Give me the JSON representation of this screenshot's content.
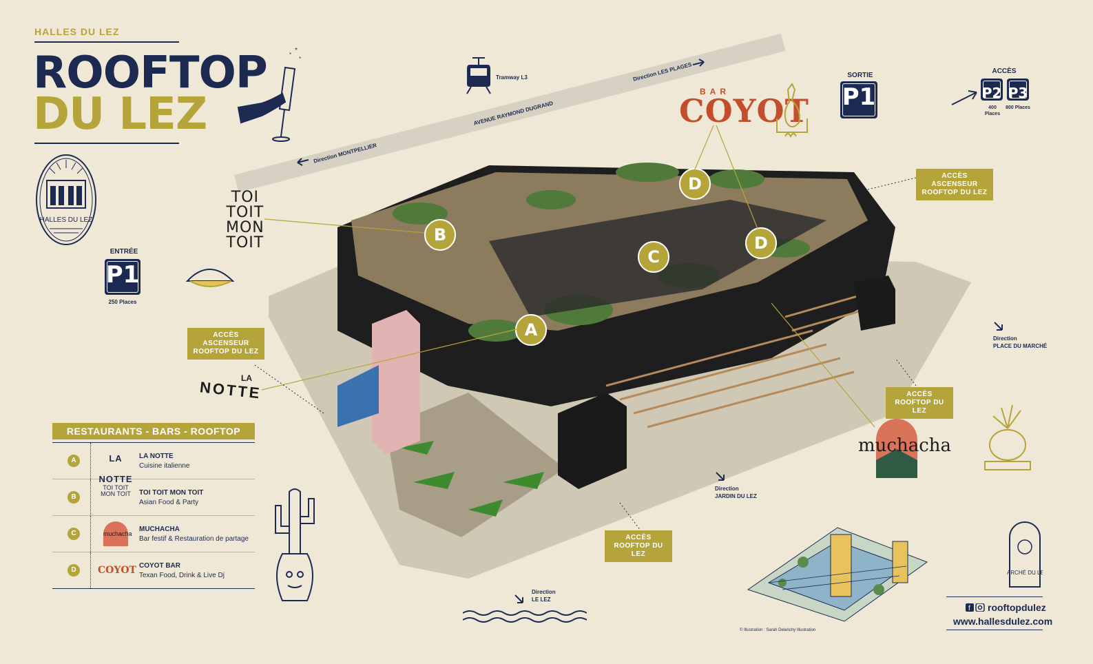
{
  "header": {
    "brand": "HALLES DU LEZ",
    "title_line1": "ROOFTOP",
    "title_line2": "DU LEZ"
  },
  "logos": {
    "halles_du_lez_emblem": "HALLES DU LEZ",
    "marche_du_lez_emblem": "MARCHÉ DU LEZ"
  },
  "parking": {
    "entree": {
      "label": "ENTRÉE",
      "icon": "P1",
      "places": "250 Places"
    },
    "sortie": {
      "label": "SORTIE",
      "icon": "P1"
    },
    "acces": {
      "label": "ACCÈS",
      "p2": "P2",
      "p2_places": "400 Places",
      "p3": "P3",
      "p3_places": "800 Places"
    }
  },
  "transport": {
    "tram": "Tramway L3"
  },
  "road": {
    "name": "AVENUE RAYMOND DUGRAND",
    "dir_left": "Direction MONTPELLIER",
    "dir_right": "Direction LES PLAGES"
  },
  "access_labels": {
    "elevator_left": "ACCÈS ASCENSEUR ROOFTOP DU LEZ",
    "elevator_right": "ACCÈS ASCENSEUR ROOFTOP DU LEZ",
    "rooftop_right": "ACCÈS ROOFTOP DU LEZ",
    "rooftop_bottom": "ACCÈS ROOFTOP DU LEZ"
  },
  "directions": {
    "marche": {
      "label": "Direction",
      "place": "PLACE DU MARCHÉ"
    },
    "jardin": {
      "label": "Direction",
      "place": "JARDIN DU LEZ"
    },
    "lez": {
      "label": "Direction",
      "place": "LE LEZ"
    }
  },
  "brands_on_map": {
    "coyot_bar": "BAR",
    "coyot_name": "COYOT",
    "toitoit": [
      "TOI",
      "TOIT",
      "MON",
      "TOIT"
    ],
    "lanotte_la": "LA",
    "lanotte_name": "NOTTE",
    "muchacha": "muchacha"
  },
  "map_markers": [
    "A",
    "B",
    "C",
    "D",
    "D"
  ],
  "legend": {
    "title": "RESTAURANTS - BARS - ROOFTOP",
    "rows": [
      {
        "letter": "A",
        "logo": "LA NOTTE",
        "name": "LA NOTTE",
        "desc": "Cuisine italienne"
      },
      {
        "letter": "B",
        "logo": "TOI TOIT MON TOIT",
        "name": "TOI TOIT MON TOIT",
        "desc": "Asian Food & Party"
      },
      {
        "letter": "C",
        "logo": "muchacha",
        "name": "MUCHACHA",
        "desc": "Bar festif & Restauration de partage"
      },
      {
        "letter": "D",
        "logo": "COYOT",
        "name": "COYOT BAR",
        "desc": "Texan Food, Drink & Live Dj"
      }
    ]
  },
  "footer": {
    "social": "rooftopdulez",
    "website": "www.hallesdulez.com",
    "credit": "© Illustration : Sarah Delanchy Illustration"
  },
  "colors": {
    "navy": "#1c2a52",
    "gold": "#b5a43a",
    "paper": "#efe8d6",
    "coyot_red": "#c24e2e"
  }
}
